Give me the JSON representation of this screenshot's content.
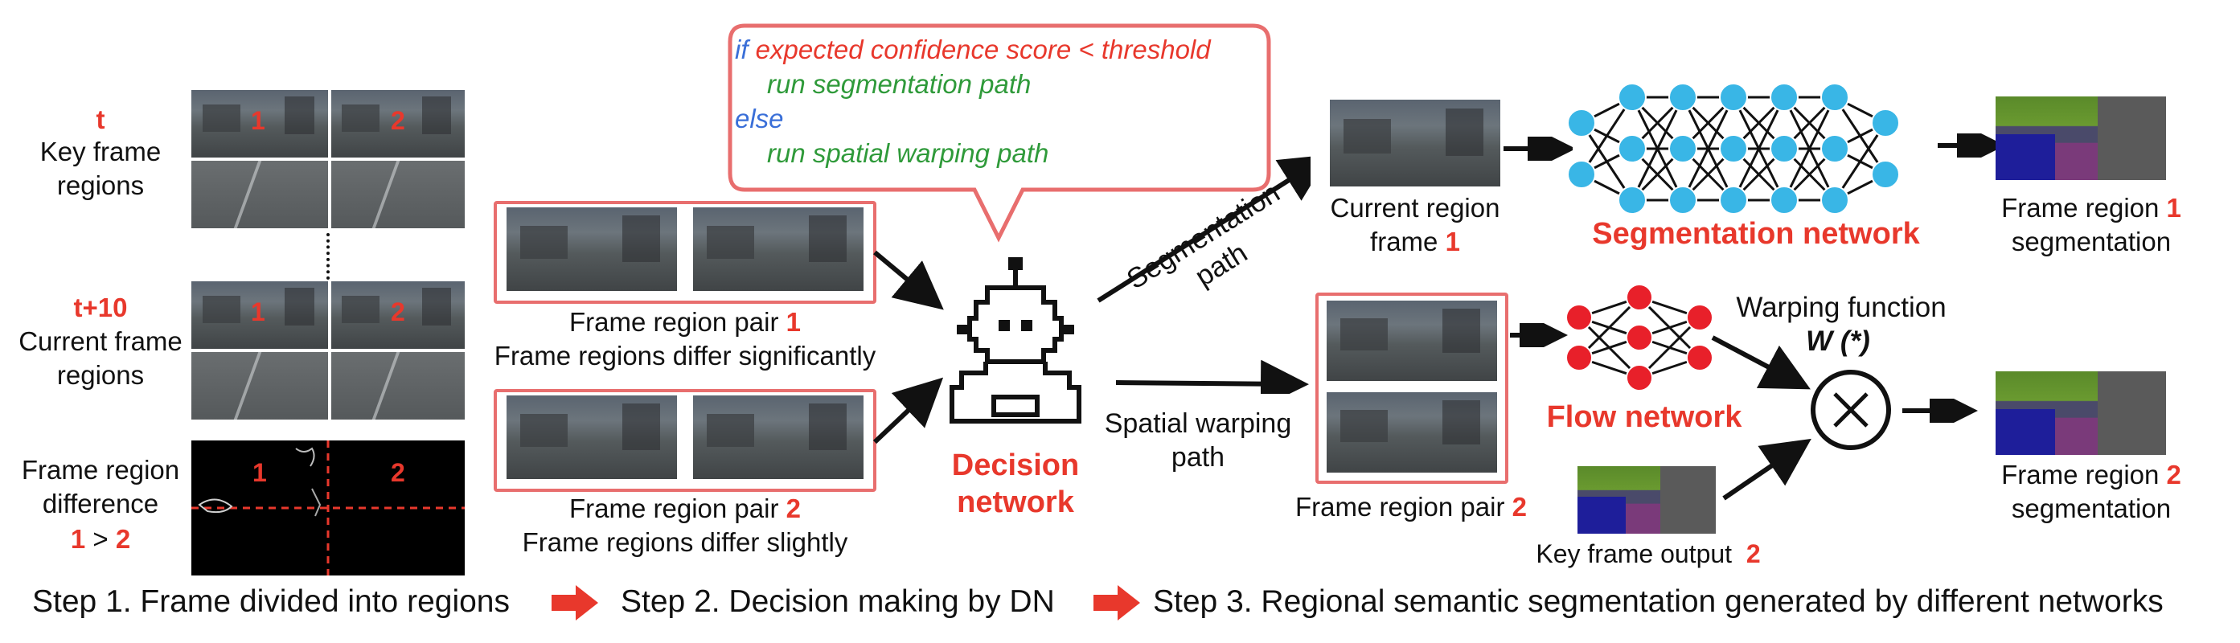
{
  "step1": {
    "key_time": "t",
    "key_label": "Key frame regions",
    "cur_time": "t+10",
    "cur_label": "Current frame regions",
    "diff_label": "Frame region difference",
    "diff_compare_a": "1",
    "diff_compare_op": ">",
    "diff_compare_b": "2",
    "region_1": "1",
    "region_2": "2"
  },
  "step2": {
    "bubble_if": "if",
    "bubble_cond": "expected confidence score < threshold",
    "bubble_then": "run segmentation path",
    "bubble_else": "else",
    "bubble_else_action": "run spatial warping path",
    "pair1_label": "Frame region pair",
    "pair1_num": "1",
    "pair1_desc": "Frame regions differ significantly",
    "pair2_label": "Frame region pair",
    "pair2_num": "2",
    "pair2_desc": "Frame regions differ slightly",
    "dn_line1": "Decision",
    "dn_line2": "network"
  },
  "step3": {
    "seg_path_1": "Segmentation",
    "seg_path_2": "path",
    "warp_path_1": "Spatial warping",
    "warp_path_2": "path",
    "cur_region_1": "Current region",
    "cur_region_2": "frame",
    "cur_region_num": "1",
    "seg_network": "Segmentation network",
    "out1_line1": "Frame region",
    "out1_num": "1",
    "out1_line2": "segmentation",
    "pair2_label": "Frame region pair",
    "pair2_num": "2",
    "flow_network": "Flow network",
    "warp_func": "Warping function",
    "warp_symbol": "W (*)",
    "key_output": "Key frame output",
    "key_output_num": "2",
    "out2_line1": "Frame region",
    "out2_num": "2",
    "out2_line2": "segmentation"
  },
  "steps": {
    "s1": "Step 1. Frame divided into regions",
    "s2": "Step 2. Decision making by DN",
    "s3": "Step 3. Regional semantic segmentation generated by different networks"
  },
  "colors": {
    "accent_red": "#e8382c",
    "blue_node": "#39b6e6",
    "red_node": "#e8202a",
    "if_blue": "#3a6fd8",
    "bubble_red": "#e86e6e",
    "code_green": "#2f9a3a"
  }
}
